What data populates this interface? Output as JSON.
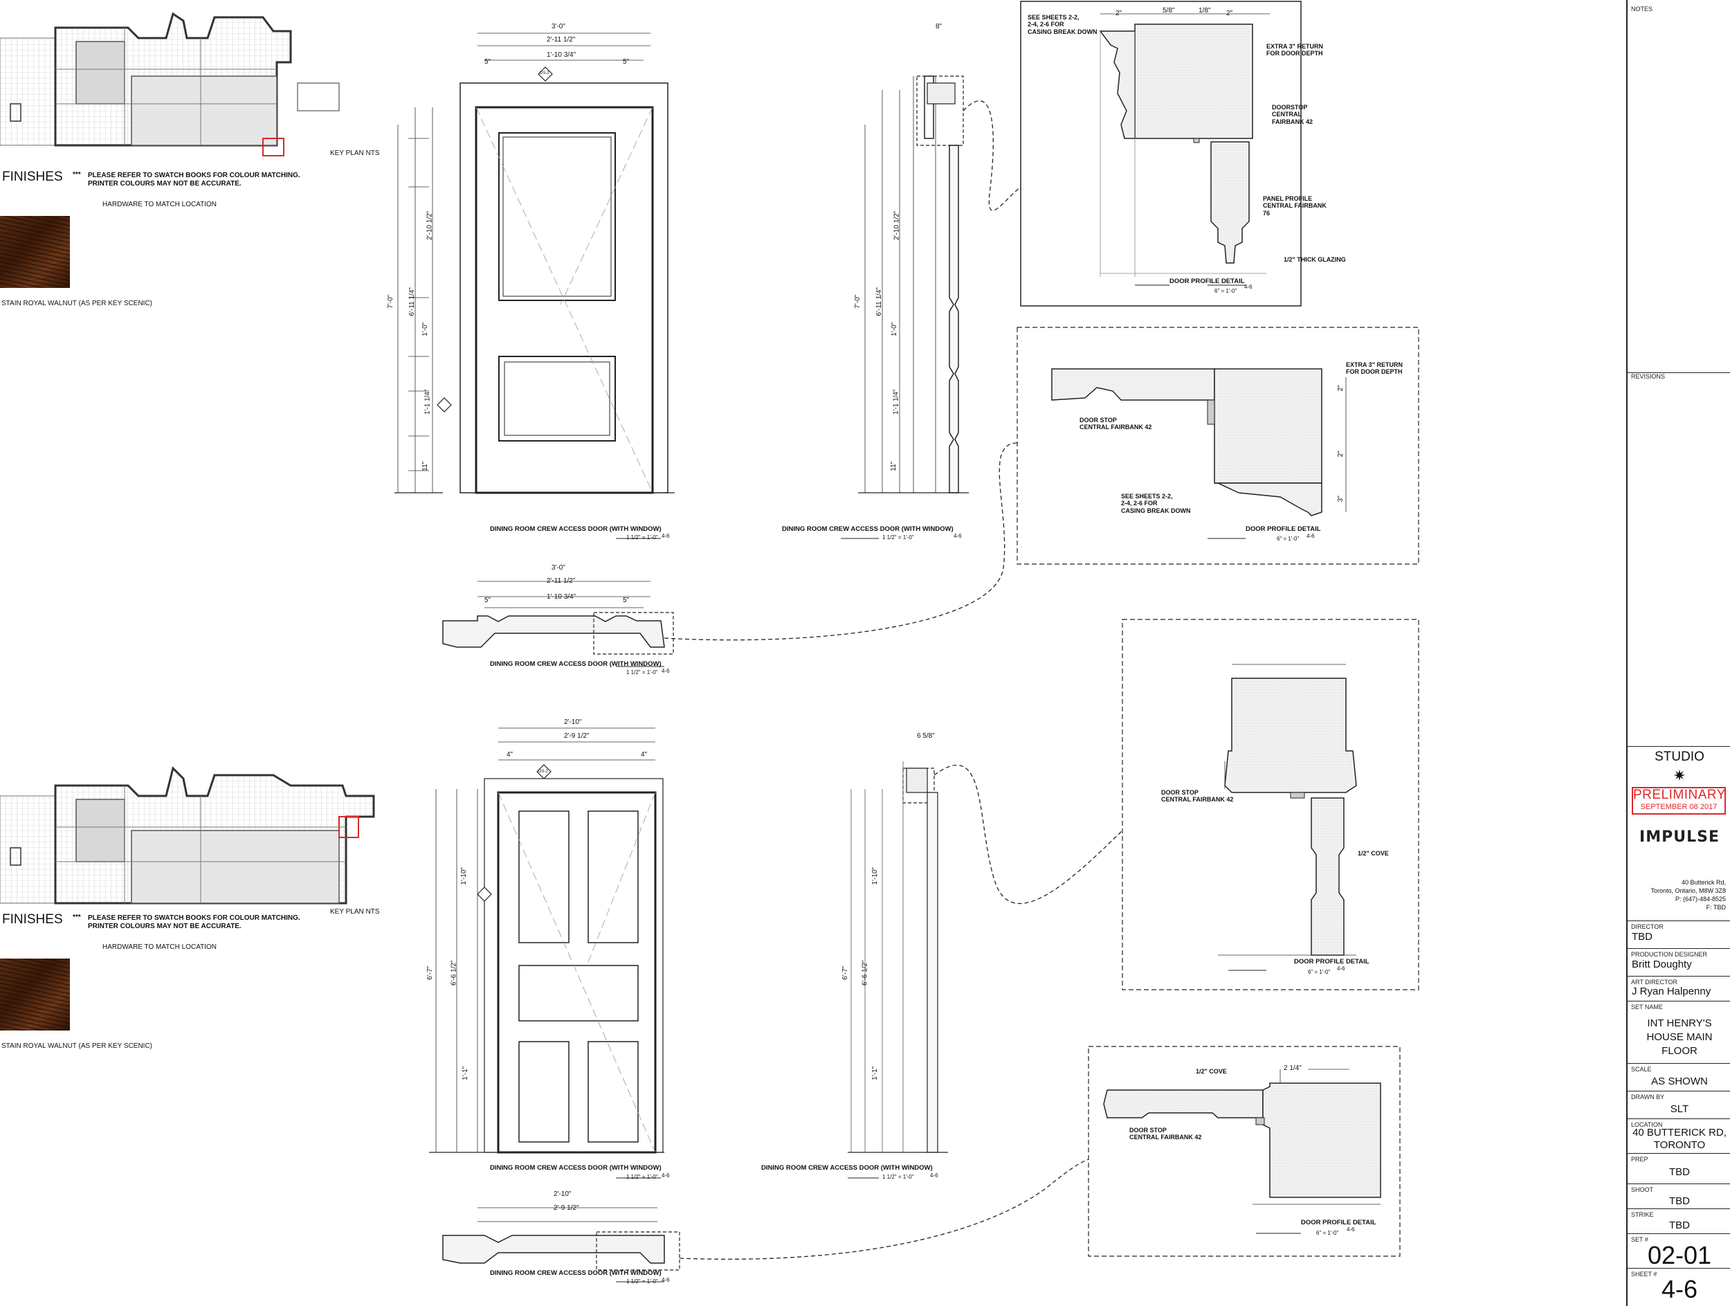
{
  "key_plan": {
    "label": "KEY PLAN NTS"
  },
  "finishes": {
    "heading": "FINISHES",
    "stars": "***",
    "note_line1": "PLEASE REFER TO SWATCH BOOKS FOR COLOUR MATCHING.",
    "note_line2": "PRINTER COLOURS MAY NOT BE ACCURATE.",
    "hardware": "HARDWARE TO MATCH LOCATION",
    "stain": "STAIN ROYAL WALNUT (AS PER KEY SCENIC)"
  },
  "door1": {
    "elevation_title": "DINING ROOM CREW ACCESS DOOR (WITH WINDOW)",
    "elevation_scale": "1 1/2\" = 1'-0\"",
    "section_title": "DINING ROOM CREW ACCESS DOOR (WITH WINDOW)",
    "section_scale": "1 1/2\" = 1'-0\"",
    "plan_title": "DINING ROOM CREW ACCESS DOOR (WITH WINDOW)",
    "plan_scale": "1 1/2\" = 1'-0\"",
    "dims": {
      "overall_w": "3'-0\"",
      "inner_w": "2'-11 1/2\"",
      "panel_w": "1'-10 3/4\"",
      "stile": "5\"",
      "height": "7'-0\"",
      "inner_h": "6'-11 1/4\"",
      "upper": "2'-10 1/2\"",
      "mid": "1'-0\"",
      "lower": "1'-1 1/4\"",
      "bottom": "11\"",
      "section_w": "8\""
    }
  },
  "detail1": {
    "note1": "SEE SHEETS 2-2,\n2-4, 2-6 FOR\nCASING BREAK DOWN",
    "note2": "EXTRA 3\" RETURN\nFOR DOOR DEPTH",
    "note3": "DOORSTOP\nCENTRAL\nFAIRBANK 42",
    "note4": "PANEL PROFILE\nCENTRAL FAIRBANK\n76",
    "note5": "1/2\" THICK GLAZING",
    "dims": [
      "2\"",
      "5/8\"",
      "1/8\"",
      "2\""
    ],
    "title": "DOOR PROFILE DETAIL",
    "scale": "6\" = 1'-0\""
  },
  "detail2": {
    "note1": "EXTRA 3\" RETURN\nFOR DOOR DEPTH",
    "note2": "DOOR STOP\nCENTRAL FAIRBANK 42",
    "note3": "SEE SHEETS 2-2,\n2-4, 2-6 FOR\nCASING BREAK DOWN",
    "dims": [
      "2\"",
      "2\"",
      "3\""
    ],
    "title": "DOOR PROFILE DETAIL",
    "scale": "6\" = 1'-0\""
  },
  "door2": {
    "elevation_title": "DINING ROOM CREW ACCESS DOOR (WITH WINDOW)",
    "elevation_scale": "1 1/2\" = 1'-0\"",
    "section_title": "DINING ROOM CREW ACCESS DOOR (WITH WINDOW)",
    "section_scale": "1 1/2\" = 1'-0\"",
    "plan_title": "DINING ROOM CREW ACCESS DOOR (WITH WINDOW)",
    "plan_scale": "1 1/2\" = 1'-0\"",
    "dims": {
      "overall_w": "2'-10\"",
      "inner_w": "2'-9 1/2\"",
      "stile": "4\"",
      "height": "6'-7\"",
      "inner_h": "6'-6 1/2\"",
      "upper": "1'-10\"",
      "lower": "1'-1\"",
      "section_w": "6 5/8\""
    }
  },
  "detail3": {
    "note1": "DOOR STOP\nCENTRAL FAIRBANK 42",
    "note2": "1/2\" COVE",
    "title": "DOOR PROFILE DETAIL",
    "scale": "6\" = 1'-0\""
  },
  "detail4": {
    "note1": "1/2\" COVE",
    "note2": "DOOR STOP\nCENTRAL FAIRBANK 42",
    "dim": "2 1/4\"",
    "title": "DOOR PROFILE DETAIL",
    "scale": "6\" = 1'-0\""
  },
  "tags": {
    "elev": "DS-2",
    "sheet": "4-6"
  },
  "title_block": {
    "notes": "NOTES",
    "revisions": "REVISIONS",
    "studio": "STUDIO",
    "preliminary": "PRELIMINARY",
    "date": "SEPTEMBER 08 2017",
    "company": "IMPULSE",
    "address1": "40 Butterick Rd,",
    "address2": "Toronto, Ontario, M8W 3Z8",
    "phone": "P: (647)-484-8525",
    "fax": "F: TBD",
    "director_cap": "DIRECTOR",
    "director": "TBD",
    "pd_cap": "PRODUCTION DESIGNER",
    "pd": "Britt Doughty",
    "ad_cap": "ART DIRECTOR",
    "ad": "J Ryan Halpenny",
    "set_cap": "SET NAME",
    "set_name": "INT HENRY'S HOUSE MAIN FLOOR",
    "scale_cap": "SCALE",
    "scale": "AS SHOWN",
    "drawn_cap": "DRAWN BY",
    "drawn": "SLT",
    "loc_cap": "LOCATION",
    "location": "40 BUTTERICK RD, TORONTO",
    "prep_cap": "PREP",
    "prep": "TBD",
    "shoot_cap": "SHOOT",
    "shoot": "TBD",
    "strike_cap": "STRIKE",
    "strike": "TBD",
    "setno_cap": "SET #",
    "setno": "02-01",
    "sheet_cap": "SHEET #",
    "sheet": "4-6",
    "preliminary_color": "#e0262a"
  }
}
